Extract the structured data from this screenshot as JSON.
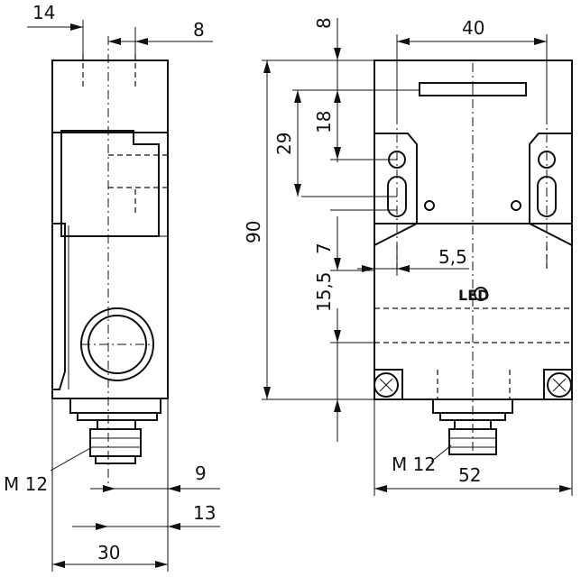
{
  "side_view": {
    "dim_top_left": "14",
    "dim_top_right": "8",
    "thread_label": "M 12",
    "dim_9": "9",
    "dim_13": "13",
    "dim_30": "30"
  },
  "front_view": {
    "dim_8": "8",
    "dim_40": "40",
    "dim_18": "18",
    "dim_29": "29",
    "dim_90": "90",
    "dim_7": "7",
    "dim_5_5": "5,5",
    "dim_15_5": "15,5",
    "led_label": "LED",
    "thread_label": "M 12",
    "dim_52": "52"
  }
}
